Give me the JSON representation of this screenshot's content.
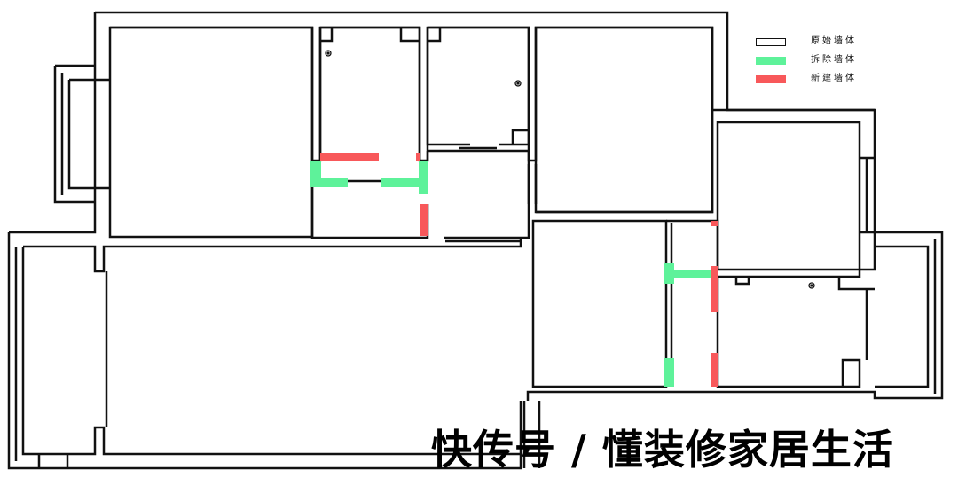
{
  "colors": {
    "wall": "#111111",
    "original_wall": "#ffffff",
    "demolished_wall": "#5ef29a",
    "new_wall": "#f8585a",
    "background": "#ffffff"
  },
  "legend": [
    {
      "key": "original",
      "label": "原始墙体",
      "color": "#ffffff",
      "bordered": true
    },
    {
      "key": "demolished",
      "label": "拆除墙体",
      "color": "#5ef29a",
      "bordered": false
    },
    {
      "key": "new",
      "label": "新建墙体",
      "color": "#f8585a",
      "bordered": false
    }
  ],
  "watermark": "快传号 / 懂装修家居生活"
}
